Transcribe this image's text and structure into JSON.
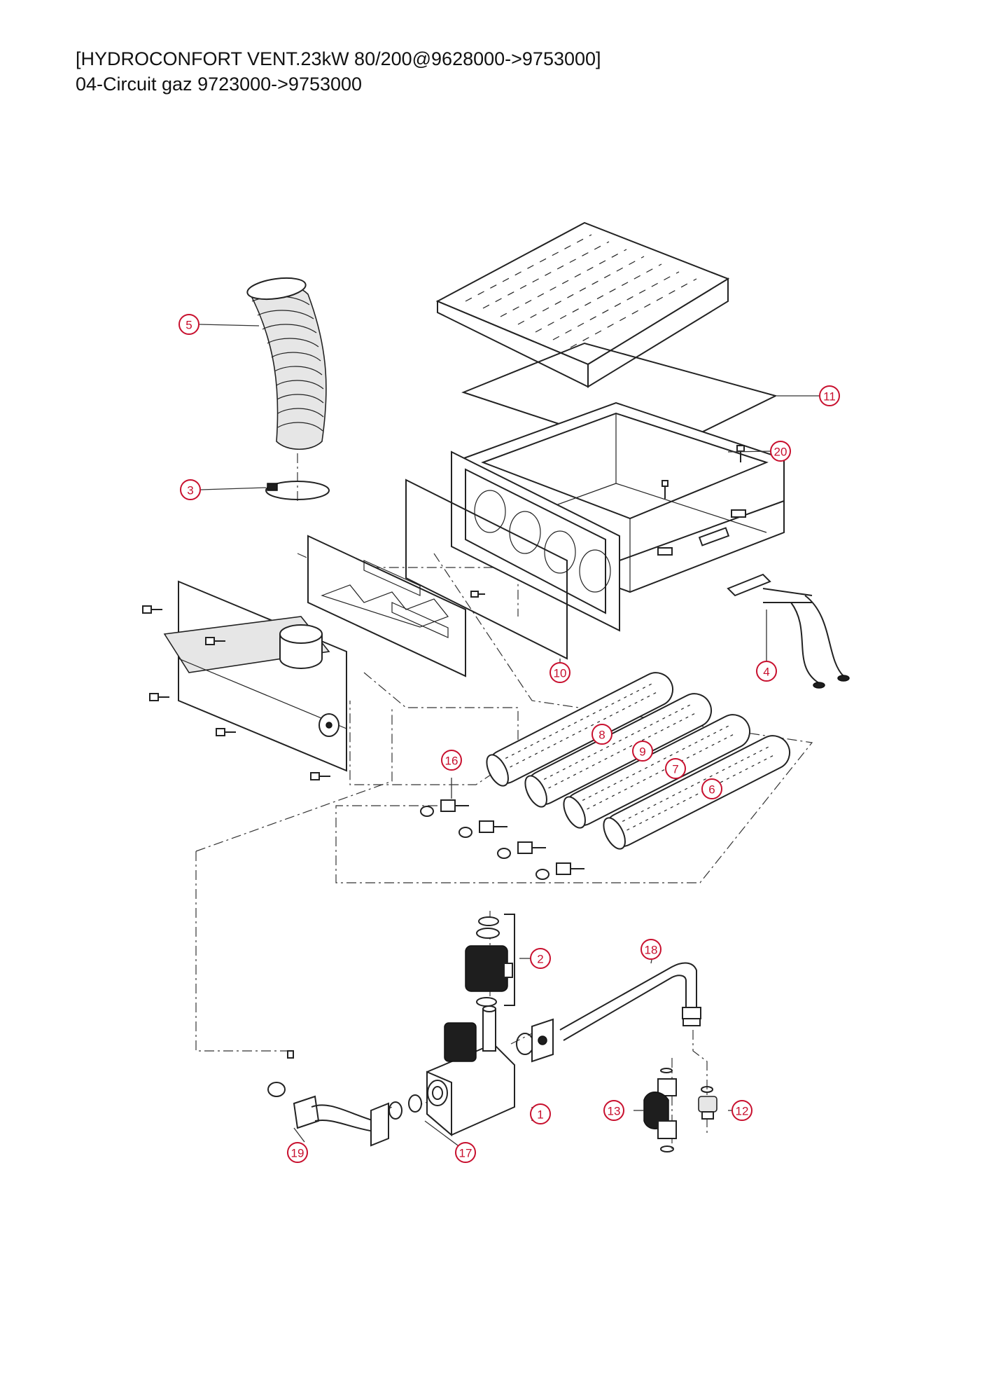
{
  "header": {
    "line1": "[HYDROCONFORT VENT.23kW 80/200@9628000->9753000]",
    "line2": "04-Circuit gaz 9723000->9753000"
  },
  "callouts": [
    {
      "label": "1",
      "part": "gas-valve"
    },
    {
      "label": "2",
      "part": "valve-coil"
    },
    {
      "label": "3",
      "part": "hose-clamp"
    },
    {
      "label": "4",
      "part": "ignition-electrode"
    },
    {
      "label": "5",
      "part": "flexible-duct"
    },
    {
      "label": "6",
      "part": "burner-tube"
    },
    {
      "label": "7",
      "part": "burner-tube"
    },
    {
      "label": "8",
      "part": "burner-tube"
    },
    {
      "label": "9",
      "part": "burner-tube"
    },
    {
      "label": "10",
      "part": "inspection-window"
    },
    {
      "label": "11",
      "part": "gasket"
    },
    {
      "label": "12",
      "part": "gas-fitting"
    },
    {
      "label": "13",
      "part": "gas-tap"
    },
    {
      "label": "16",
      "part": "injector"
    },
    {
      "label": "17",
      "part": "filter"
    },
    {
      "label": "18",
      "part": "gas-pipe"
    },
    {
      "label": "19",
      "part": "gas-pipe-inlet"
    },
    {
      "label": "20",
      "part": "screw"
    }
  ]
}
